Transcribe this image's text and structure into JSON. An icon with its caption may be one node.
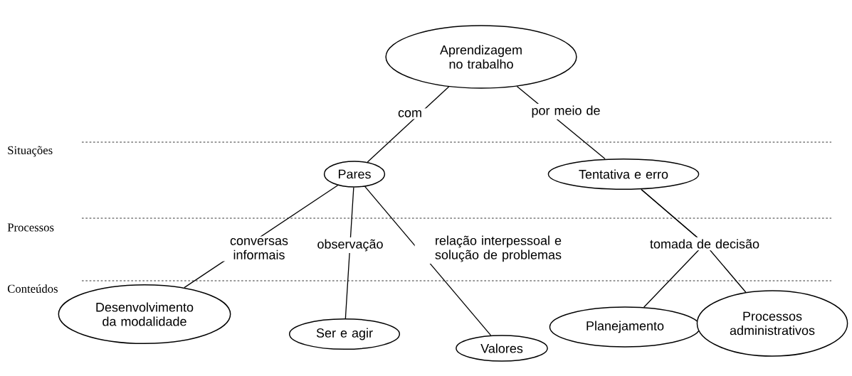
{
  "diagram": {
    "nodes": [
      {
        "text": [
          "Aprendizagem no trabalho"
        ]
      },
      {
        "text": [
          "Pares"
        ]
      },
      {
        "text": [
          "Tentativa e erro"
        ]
      },
      {
        "text": [
          "Desenvolvimento da modalidade"
        ]
      },
      {
        "text": [
          "Ser e agir"
        ]
      },
      {
        "text": [
          "Valores"
        ]
      },
      {
        "text": [
          "Planejamento"
        ]
      },
      {
        "text": [
          "Processos administrativos"
        ]
      }
    ],
    "edges": [
      {
        "from": 0,
        "to": 1,
        "arrow": "none",
        "label": "com"
      },
      {
        "from": 0,
        "to": 2,
        "arrow": "none",
        "label": "por meio de"
      },
      {
        "from": 1,
        "to": 3,
        "arrow": "none",
        "label": "conversas informais"
      },
      {
        "from": 1,
        "to": 4,
        "arrow": "none",
        "label": "observação"
      },
      {
        "from": 1,
        "to": 5,
        "arrow": "none",
        "label": "relação interpessoal e solução de problemas"
      },
      {
        "from": 2,
        "to": 6,
        "arrow": "none",
        "label": "tomada de decisão"
      },
      {
        "from": 2,
        "to": 7,
        "arrow": "none"
      }
    ],
    "labels": [
      "Situações",
      "Processos",
      "Conteúdos"
    ]
  }
}
